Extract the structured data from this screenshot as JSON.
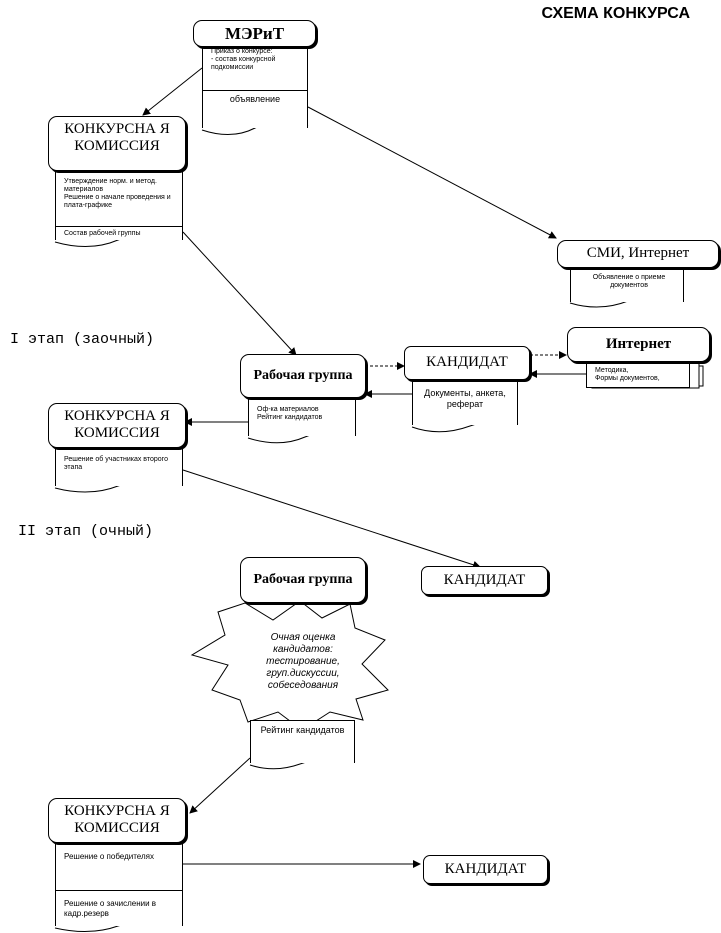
{
  "title": "СХЕМА КОНКУРСА",
  "stage1": "I этап (заочный)",
  "stage2": "II этап (очный)",
  "merit": {
    "label": "МЭРиТ",
    "doc1": "Приказ о конкурсе:\n- состав конкурсной подкомиссии",
    "doc2": "объявление"
  },
  "commission1": {
    "label": "КОНКУРСНА Я КОМИССИЯ",
    "doc1": "Утверждение норм. и метод. материалов\nРешение о начале проведения и плата-графике",
    "doc2": "Состав рабочей группы"
  },
  "smi": {
    "label": "СМИ, Интернет",
    "doc": "Объявление о приеме документов"
  },
  "workgroup1": {
    "label": "Рабочая группа",
    "doc": "Оф-ка материалов\nРейтинг кандидатов"
  },
  "candidate1": {
    "label": "КАНДИДАТ",
    "doc": "Документы, анкета, реферат"
  },
  "internet": {
    "label": "Интернет",
    "doc": "Методика,\nФормы документов,"
  },
  "commission2": {
    "label": "КОНКУРСНА Я КОМИССИЯ",
    "doc": "Решение об участниках второго этапа"
  },
  "candidate2": {
    "label": "КАНДИДАТ"
  },
  "workgroup2": {
    "label": "Рабочая группа"
  },
  "assessment": {
    "text": "Очная оценка кандидатов: тестирование, груп.дискуссии, собеседования"
  },
  "rating": {
    "text": "Рейтинг кандидатов"
  },
  "commission3": {
    "label": "КОНКУРСНА Я КОМИССИЯ",
    "doc1": "Решение о победителях",
    "doc2": "Решение о зачислении в кадр.резерв"
  },
  "candidate3": {
    "label": "КАНДИДАТ"
  }
}
